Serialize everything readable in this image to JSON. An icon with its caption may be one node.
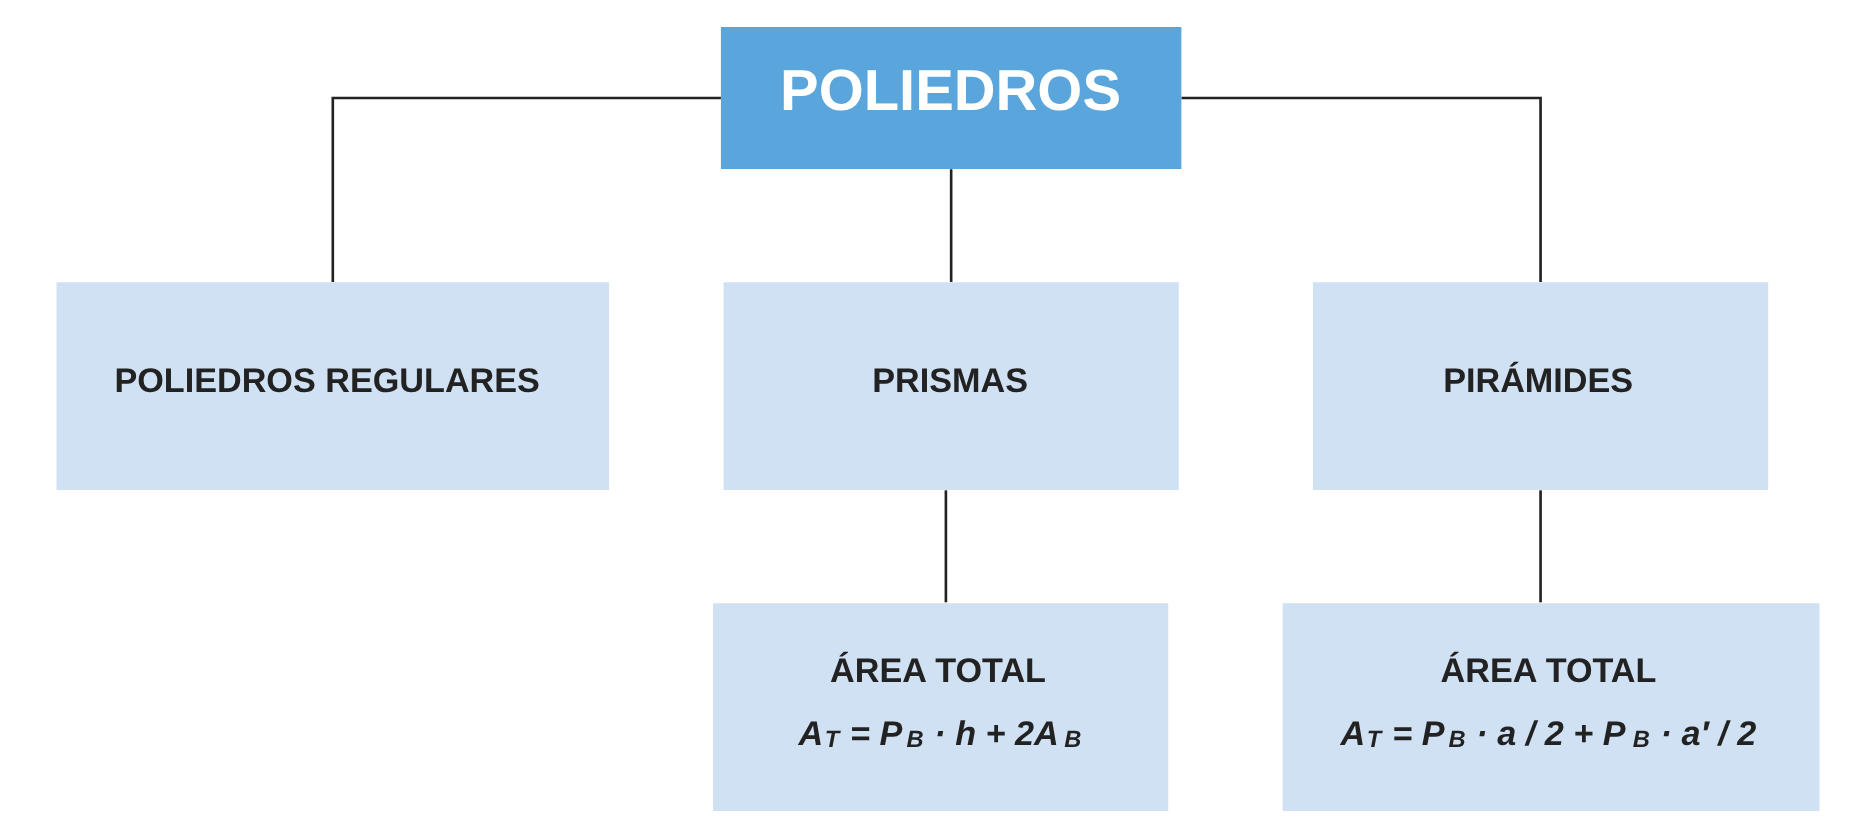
{
  "diagram": {
    "nodes": [
      {
        "text": [
          "POLIEDROS"
        ]
      },
      {
        "text": [
          "POLIEDROS REGULARES"
        ]
      },
      {
        "text": [
          "PRISMAS"
        ]
      },
      {
        "text": [
          "PIRÁMIDES"
        ]
      },
      {
        "text": [
          "ÁREA TOTAL",
          "A$_{T}$ = P$_{B}$ · h + 2A$_{B}$"
        ]
      },
      {
        "text": [
          "ÁREA TOTAL",
          "A$_{T}$ = P$_{B}$ · a / 2 + P$_{B}$ · a′ / 2"
        ]
      }
    ],
    "edges": [
      {
        "from": 0,
        "to": 1,
        "arrow": "none"
      },
      {
        "from": 0,
        "to": 2,
        "arrow": "none"
      },
      {
        "from": 0,
        "to": 3,
        "arrow": "none"
      },
      {
        "from": 2,
        "to": 4,
        "arrow": "none"
      },
      {
        "from": 3,
        "to": 5,
        "arrow": "none"
      }
    ]
  }
}
